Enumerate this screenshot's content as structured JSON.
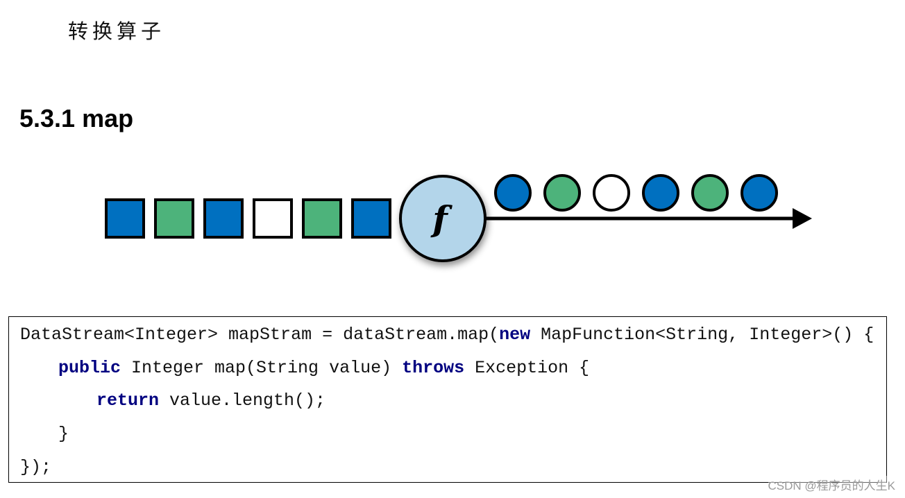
{
  "section_label": "转换算子",
  "heading": "5.3.1 map",
  "diagram": {
    "function_label": "f",
    "inputs": [
      "blue",
      "green",
      "blue",
      "white",
      "green",
      "blue"
    ],
    "outputs": [
      "blue",
      "green",
      "white",
      "blue",
      "green",
      "blue"
    ],
    "colors": {
      "blue": "#0070c0",
      "green": "#4db37b",
      "white": "#ffffff",
      "function": "#b3d5ea"
    }
  },
  "code": {
    "l1a": "DataStream<Integer> mapStram = dataStream.map(",
    "l1kw": "new",
    "l1b": " MapFunction<String, Integer>() {",
    "l2kw1": "public",
    "l2a": " Integer map(String value) ",
    "l2kw2": "throws",
    "l2b": " Exception {",
    "l3kw": "return",
    "l3a": " value.length();",
    "l4": "}",
    "l5": "});"
  },
  "watermark": "CSDN @程序员的人生K"
}
